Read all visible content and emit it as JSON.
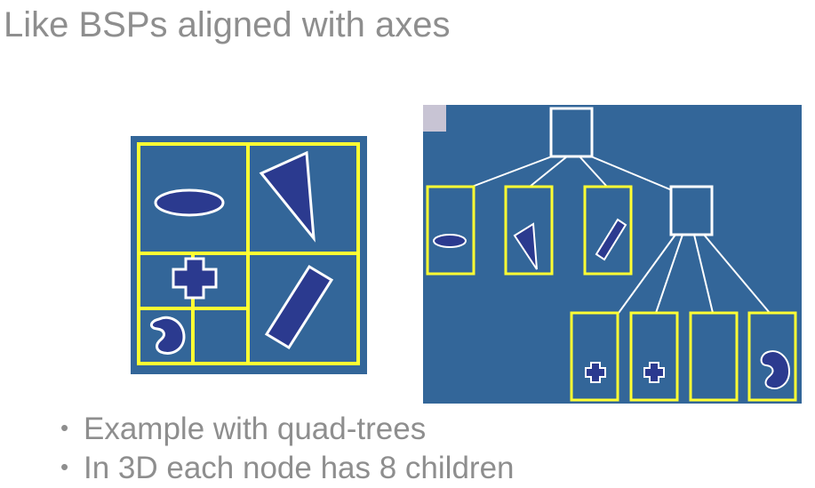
{
  "slide": {
    "title": "Like BSPs aligned with axes",
    "bullets": [
      "Example with quad-trees",
      "In 3D each node has 8 children"
    ]
  },
  "colors": {
    "panel_bg": "#336699",
    "cell_border": "#ffff33",
    "shape_fill": "#2b3a8f",
    "shape_outline": "#ffffff",
    "text_gray": "#8e8e8e",
    "corner_square": "#c8c4d4"
  },
  "diagram": {
    "quadtree_partition": {
      "cells": [
        "top-left",
        "top-right",
        "bottom-right",
        "bottom-left-nw",
        "bottom-left-ne",
        "bottom-left-sw",
        "bottom-left-se"
      ],
      "objects": [
        "ellipse",
        "triangle",
        "rectangle",
        "cross",
        "kidney"
      ]
    },
    "tree": {
      "root": "root-node",
      "children": [
        "leaf-ellipse",
        "leaf-triangle",
        "leaf-rectangle",
        "internal-node"
      ],
      "internal_children": [
        "leaf-cross-a",
        "leaf-cross-b",
        "leaf-empty",
        "leaf-kidney"
      ]
    }
  }
}
